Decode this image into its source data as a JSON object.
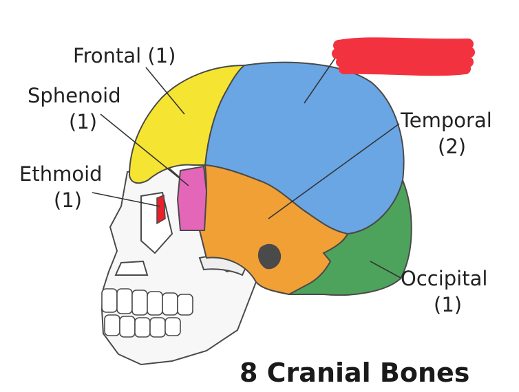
{
  "title": "8 Cranial Bones",
  "labels": {
    "frontal": "Frontal (1)",
    "sphenoid_name": "Sphenoid",
    "sphenoid_count": "(1)",
    "ethmoid_name": "Ethmoid",
    "ethmoid_count": "(1)",
    "temporal_name": "Temporal",
    "temporal_count": "(2)",
    "occipital_name": "Occipital",
    "occipital_count": "(1)"
  },
  "colors": {
    "frontal": "#f5e431",
    "parietal": "#6aa6e4",
    "temporal": "#f0a035",
    "occipital": "#4ea35c",
    "sphenoid": "#e466b8",
    "ethmoid": "#e8202a",
    "redaction": "#f2333f",
    "bone_outline": "#4a4a4a"
  }
}
